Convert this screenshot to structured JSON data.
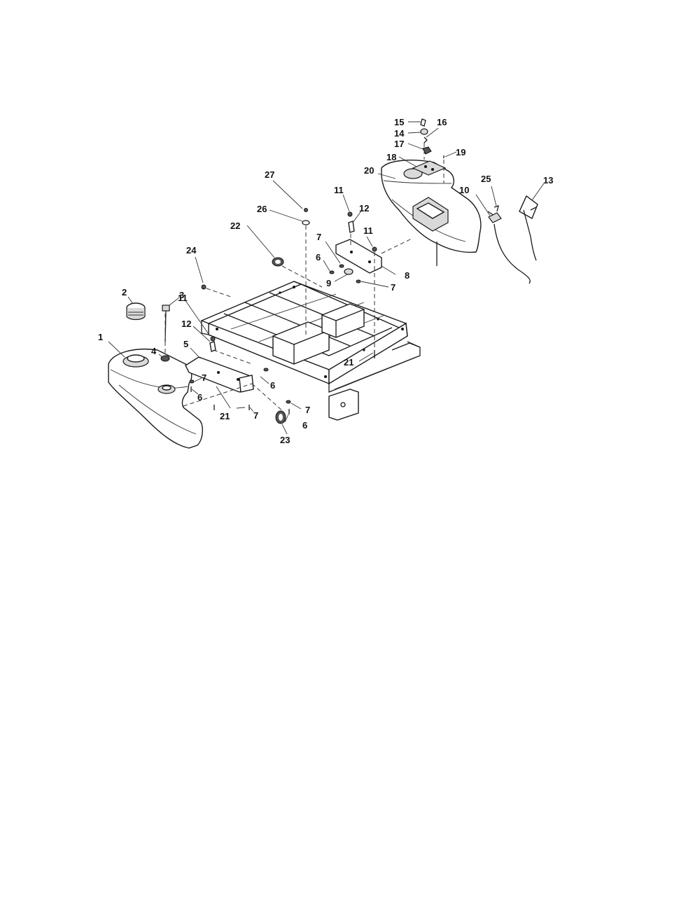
{
  "labels": [
    {
      "id": "1",
      "text": "1"
    },
    {
      "id": "2",
      "text": "2"
    },
    {
      "id": "3",
      "text": "3"
    },
    {
      "id": "4",
      "text": "4"
    },
    {
      "id": "5",
      "text": "5"
    },
    {
      "id": "6a",
      "text": "6"
    },
    {
      "id": "6b",
      "text": "6"
    },
    {
      "id": "6c",
      "text": "6"
    },
    {
      "id": "6d",
      "text": "6"
    },
    {
      "id": "7a",
      "text": "7"
    },
    {
      "id": "7b",
      "text": "7"
    },
    {
      "id": "7c",
      "text": "7"
    },
    {
      "id": "7d",
      "text": "7"
    },
    {
      "id": "7e",
      "text": "7"
    },
    {
      "id": "8",
      "text": "8"
    },
    {
      "id": "9",
      "text": "9"
    },
    {
      "id": "10",
      "text": "10"
    },
    {
      "id": "11a",
      "text": "11"
    },
    {
      "id": "11b",
      "text": "11"
    },
    {
      "id": "11c",
      "text": "11"
    },
    {
      "id": "12a",
      "text": "12"
    },
    {
      "id": "12b",
      "text": "12"
    },
    {
      "id": "13",
      "text": "13"
    },
    {
      "id": "14",
      "text": "14"
    },
    {
      "id": "15",
      "text": "15"
    },
    {
      "id": "16",
      "text": "16"
    },
    {
      "id": "17",
      "text": "17"
    },
    {
      "id": "18",
      "text": "18"
    },
    {
      "id": "19",
      "text": "19"
    },
    {
      "id": "20",
      "text": "20"
    },
    {
      "id": "21a",
      "text": "21"
    },
    {
      "id": "21b",
      "text": "21"
    },
    {
      "id": "22",
      "text": "22"
    },
    {
      "id": "23",
      "text": "23"
    },
    {
      "id": "24",
      "text": "24"
    },
    {
      "id": "25",
      "text": "25"
    },
    {
      "id": "26",
      "text": "26"
    },
    {
      "id": "27",
      "text": "27"
    }
  ]
}
